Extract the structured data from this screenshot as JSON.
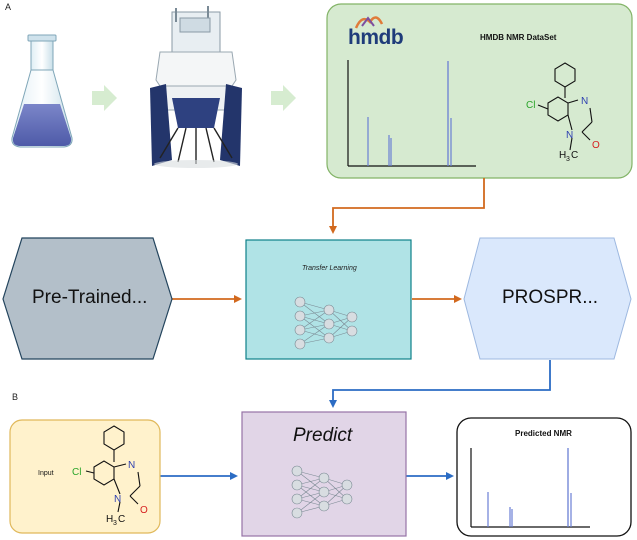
{
  "panel_a_label": "A",
  "panel_b_label": "B",
  "dataset": {
    "logo": "hmdb",
    "title": "HMDB NMR DataSet",
    "atoms": {
      "cl": "Cl",
      "n_top": "N",
      "n_bottom": "N",
      "o": "O",
      "h": "H",
      "sub": "3",
      "c": "C"
    }
  },
  "nodes": {
    "pretrained": "Pre-Trained...",
    "transfer_learning": "Transfer Learning",
    "prospr": "PROSPR...",
    "predict": "Predict",
    "input": "Input",
    "predicted_nmr": "Predicted NMR"
  },
  "colors": {
    "orange_arrow": "#d2691e",
    "blue_arrow": "#2b6cc4",
    "green_box_fill": "#d6ead0",
    "green_box_stroke": "#82b366",
    "teal_fill": "#b0e3e6",
    "teal_stroke": "#0e8088",
    "gray_hex": "#b3bfc9",
    "lightblue_hex": "#dae8fc",
    "purple_fill": "#e1d5e7",
    "yellow_fill": "#fff2cc",
    "spectrum_peaks": "#6a7fd4"
  }
}
